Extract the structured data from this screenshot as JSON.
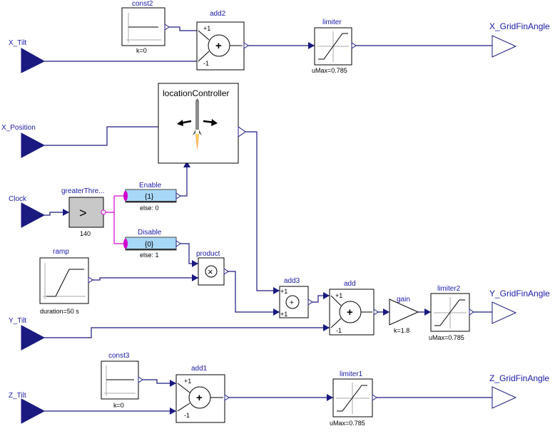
{
  "inputs": {
    "x_tilt": "X_Tilt",
    "x_position": "X_Position",
    "clock": "Clock",
    "y_tilt": "Y_Tilt",
    "z_tilt": "Z_Tilt"
  },
  "outputs": {
    "x_grid": "X_GridFinAngle",
    "y_grid": "Y_GridFinAngle",
    "z_grid": "Z_GridFinAngle"
  },
  "blocks": {
    "const2": {
      "name": "const2",
      "param": "k=0"
    },
    "add2": {
      "name": "add2",
      "k1": "+1",
      "k2": "-1",
      "symbol": "+"
    },
    "limiter": {
      "name": "limiter",
      "param": "uMax=0.785"
    },
    "locationController": {
      "name": "locationController"
    },
    "greaterThreshold": {
      "name": "greaterThre...",
      "symbol": ">",
      "param": "140"
    },
    "enable": {
      "name": "Enable",
      "value": "{1}",
      "param": "else: 0"
    },
    "disable": {
      "name": "Disable",
      "value": "{0}",
      "param": "else: 1"
    },
    "product": {
      "name": "product",
      "symbol": "×"
    },
    "ramp": {
      "name": "ramp",
      "param": "duration=50 s"
    },
    "add3": {
      "name": "add3",
      "k1": "+1",
      "k2": "+1",
      "symbol": "+"
    },
    "add": {
      "name": "add",
      "k1": "+1",
      "k2": "-1",
      "symbol": "+"
    },
    "gain": {
      "name": "gain",
      "param": "k=1.8"
    },
    "limiter2": {
      "name": "limiter2",
      "param": "uMax=0.785"
    },
    "const3": {
      "name": "const3",
      "param": "k=0"
    },
    "add1": {
      "name": "add1",
      "k1": "+1",
      "k2": "-1",
      "symbol": "+"
    },
    "limiter1": {
      "name": "limiter1",
      "param": "uMax=0.785"
    }
  }
}
